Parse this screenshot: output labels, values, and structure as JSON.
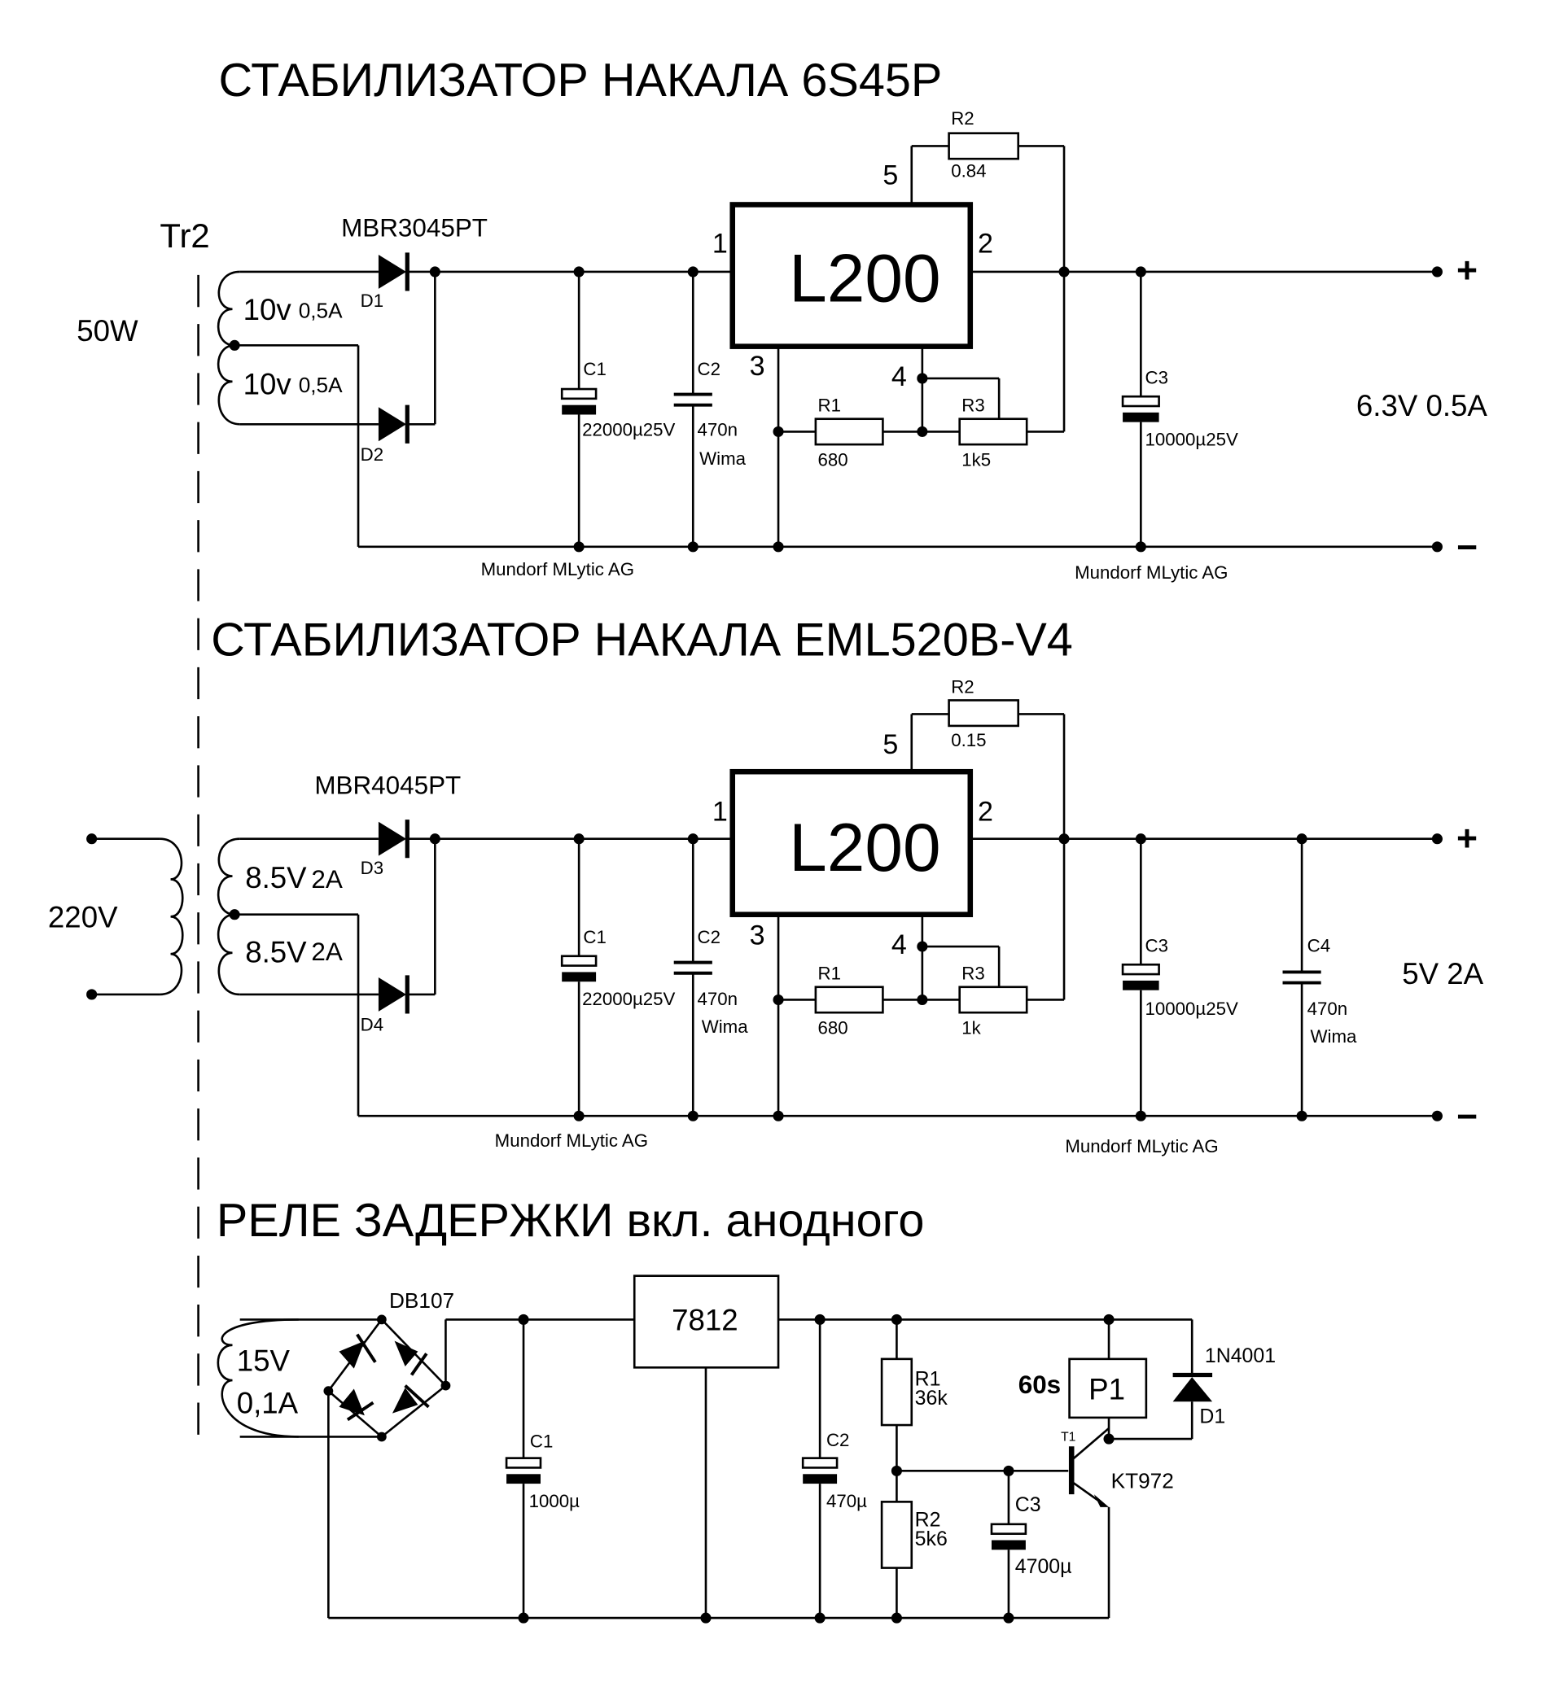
{
  "section1": {
    "title": "СТАБИЛИЗАТОР НАКАЛА 6S45P",
    "transformer": "Tr2",
    "power": "50W",
    "diode_part": "MBR3045PT",
    "winding_top": {
      "voltage": "10v",
      "current": "0,5A"
    },
    "winding_bottom": {
      "voltage": "10v",
      "current": "0,5A"
    },
    "D1": "D1",
    "D2": "D2",
    "C1": {
      "ref": "C1",
      "value": "22000µ25V"
    },
    "C2": {
      "ref": "C2",
      "value": "470n",
      "brand": "Wima"
    },
    "regulator": "L200",
    "pins": {
      "p1": "1",
      "p2": "2",
      "p3": "3",
      "p4": "4",
      "p5": "5"
    },
    "R1": {
      "ref": "R1",
      "value": "680"
    },
    "R2": {
      "ref": "R2",
      "value": "0.84"
    },
    "R3": {
      "ref": "R3",
      "value": "1k5"
    },
    "C3": {
      "ref": "C3",
      "value": "10000µ25V"
    },
    "output": "6.3V 0.5A",
    "plus": "+",
    "minus": "−",
    "note_left": "Mundorf MLytic AG",
    "note_right": "Mundorf MLytic AG"
  },
  "section2": {
    "title": "СТАБИЛИЗАТОР НАКАЛА EML520B-V4",
    "mains": "220V",
    "diode_part": "MBR4045PT",
    "winding_top": {
      "voltage": "8.5V",
      "current": "2A"
    },
    "winding_bottom": {
      "voltage": "8.5V",
      "current": "2A"
    },
    "D3": "D3",
    "D4": "D4",
    "C1": {
      "ref": "C1",
      "value": "22000µ25V"
    },
    "C2": {
      "ref": "C2",
      "value": "470n",
      "brand": "Wima"
    },
    "regulator": "L200",
    "pins": {
      "p1": "1",
      "p2": "2",
      "p3": "3",
      "p4": "4",
      "p5": "5"
    },
    "R1": {
      "ref": "R1",
      "value": "680"
    },
    "R2": {
      "ref": "R2",
      "value": "0.15"
    },
    "R3": {
      "ref": "R3",
      "value": "1k"
    },
    "C3": {
      "ref": "C3",
      "value": "10000µ25V"
    },
    "C4": {
      "ref": "C4",
      "value": "470n",
      "brand": "Wima"
    },
    "output": "5V 2A",
    "plus": "+",
    "minus": "−",
    "note_left": "Mundorf MLytic AG",
    "note_right": "Mundorf MLytic AG"
  },
  "section3": {
    "title": "РЕЛЕ ЗАДЕРЖКИ вкл. анодного",
    "winding": {
      "voltage": "15V",
      "current": "0,1A"
    },
    "bridge": "DB107",
    "C1": {
      "ref": "C1",
      "value": "1000µ"
    },
    "regulator": "7812",
    "C2": {
      "ref": "C2",
      "value": "470µ"
    },
    "R1": {
      "ref": "R1",
      "value": "36k"
    },
    "R2": {
      "ref": "R2",
      "value": "5k6"
    },
    "C3": {
      "ref": "C3",
      "value": "4700µ"
    },
    "relay": {
      "ref": "P1",
      "delay": "60s"
    },
    "transistor": {
      "ref": "T1",
      "part": "KT972"
    },
    "diode": {
      "ref": "D1",
      "part": "1N4001"
    }
  }
}
